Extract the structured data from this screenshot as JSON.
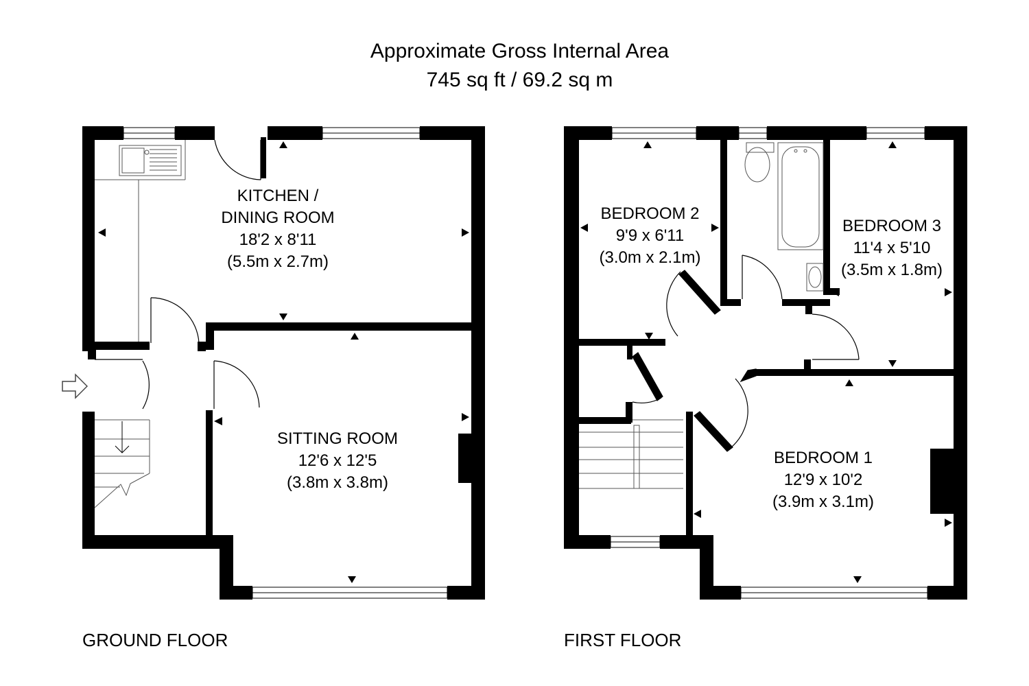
{
  "header": {
    "title": "Approximate Gross Internal Area",
    "area": "745 sq ft / 69.2 sq m"
  },
  "ground_floor": {
    "label": "GROUND FLOOR",
    "kitchen": {
      "name": "KITCHEN /",
      "name2": "DINING ROOM",
      "imperial": "18'2 x 8'11",
      "metric": "(5.5m x 2.7m)"
    },
    "sitting": {
      "name": "SITTING ROOM",
      "imperial": "12'6 x 12'5",
      "metric": "(3.8m x 3.8m)"
    }
  },
  "first_floor": {
    "label": "FIRST FLOOR",
    "bedroom2": {
      "name": "BEDROOM 2",
      "imperial": "9'9 x 6'11",
      "metric": "(3.0m x 2.1m)"
    },
    "bedroom3": {
      "name": "BEDROOM 3",
      "imperial": "11'4 x 5'10",
      "metric": "(3.5m x 1.8m)"
    },
    "bedroom1": {
      "name": "BEDROOM 1",
      "imperial": "12'9 x 10'2",
      "metric": "(3.9m x 3.1m)"
    }
  },
  "colors": {
    "wall": "#000000",
    "fixture": "#555555",
    "background": "#ffffff"
  }
}
